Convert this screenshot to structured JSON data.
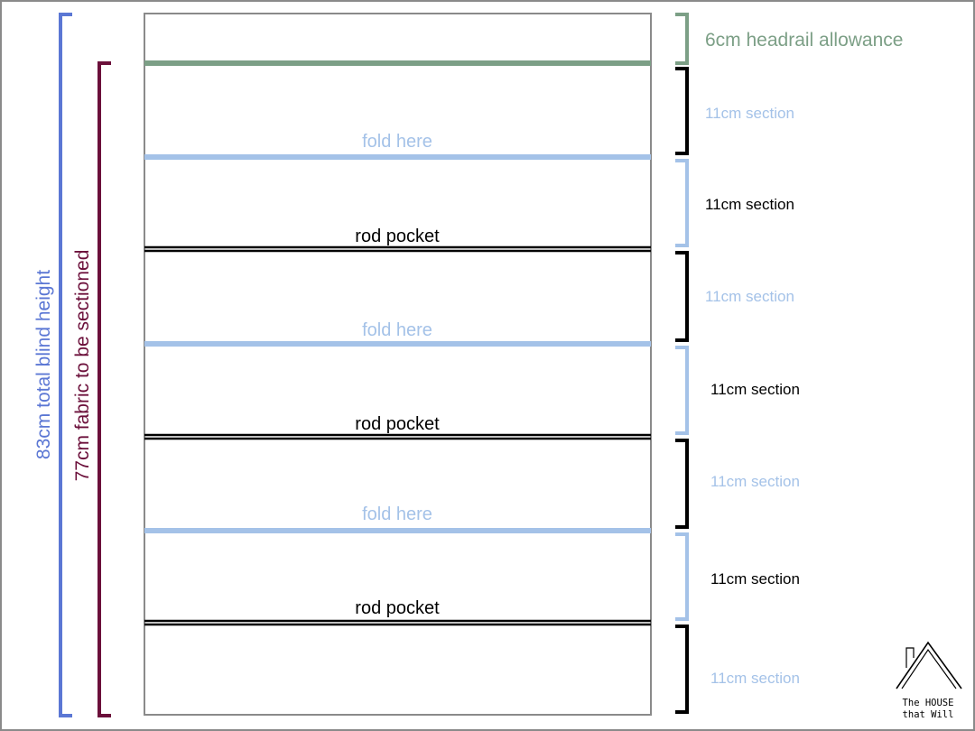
{
  "colors": {
    "headrail": "#7c9f86",
    "fold": "#a4c2e8",
    "rod": "#000000",
    "total": "#5b77d4",
    "fabric": "#6b0f3a",
    "frame": "#8a8a8a"
  },
  "diagram": {
    "total_height_label": "83cm total blind height",
    "fabric_label": "77cm fabric to be sectioned",
    "headrail_label": "6cm headrail allowance",
    "lines": [
      {
        "kind": "fold",
        "label": "fold here"
      },
      {
        "kind": "rod",
        "label": "rod pocket"
      },
      {
        "kind": "fold",
        "label": "fold here"
      },
      {
        "kind": "rod",
        "label": "rod pocket"
      },
      {
        "kind": "fold",
        "label": "fold here"
      },
      {
        "kind": "rod",
        "label": "rod pocket"
      }
    ],
    "sections": [
      {
        "label": "11cm section",
        "style": "black"
      },
      {
        "label": "11cm section",
        "style": "light"
      },
      {
        "label": "11cm section",
        "style": "black"
      },
      {
        "label": "11cm section",
        "style": "light"
      },
      {
        "label": "11cm section",
        "style": "black"
      },
      {
        "label": "11cm section",
        "style": "light"
      },
      {
        "label": "11cm section",
        "style": "black"
      }
    ]
  },
  "logo": {
    "line1": "The HOUSE",
    "line2": "that Will"
  }
}
